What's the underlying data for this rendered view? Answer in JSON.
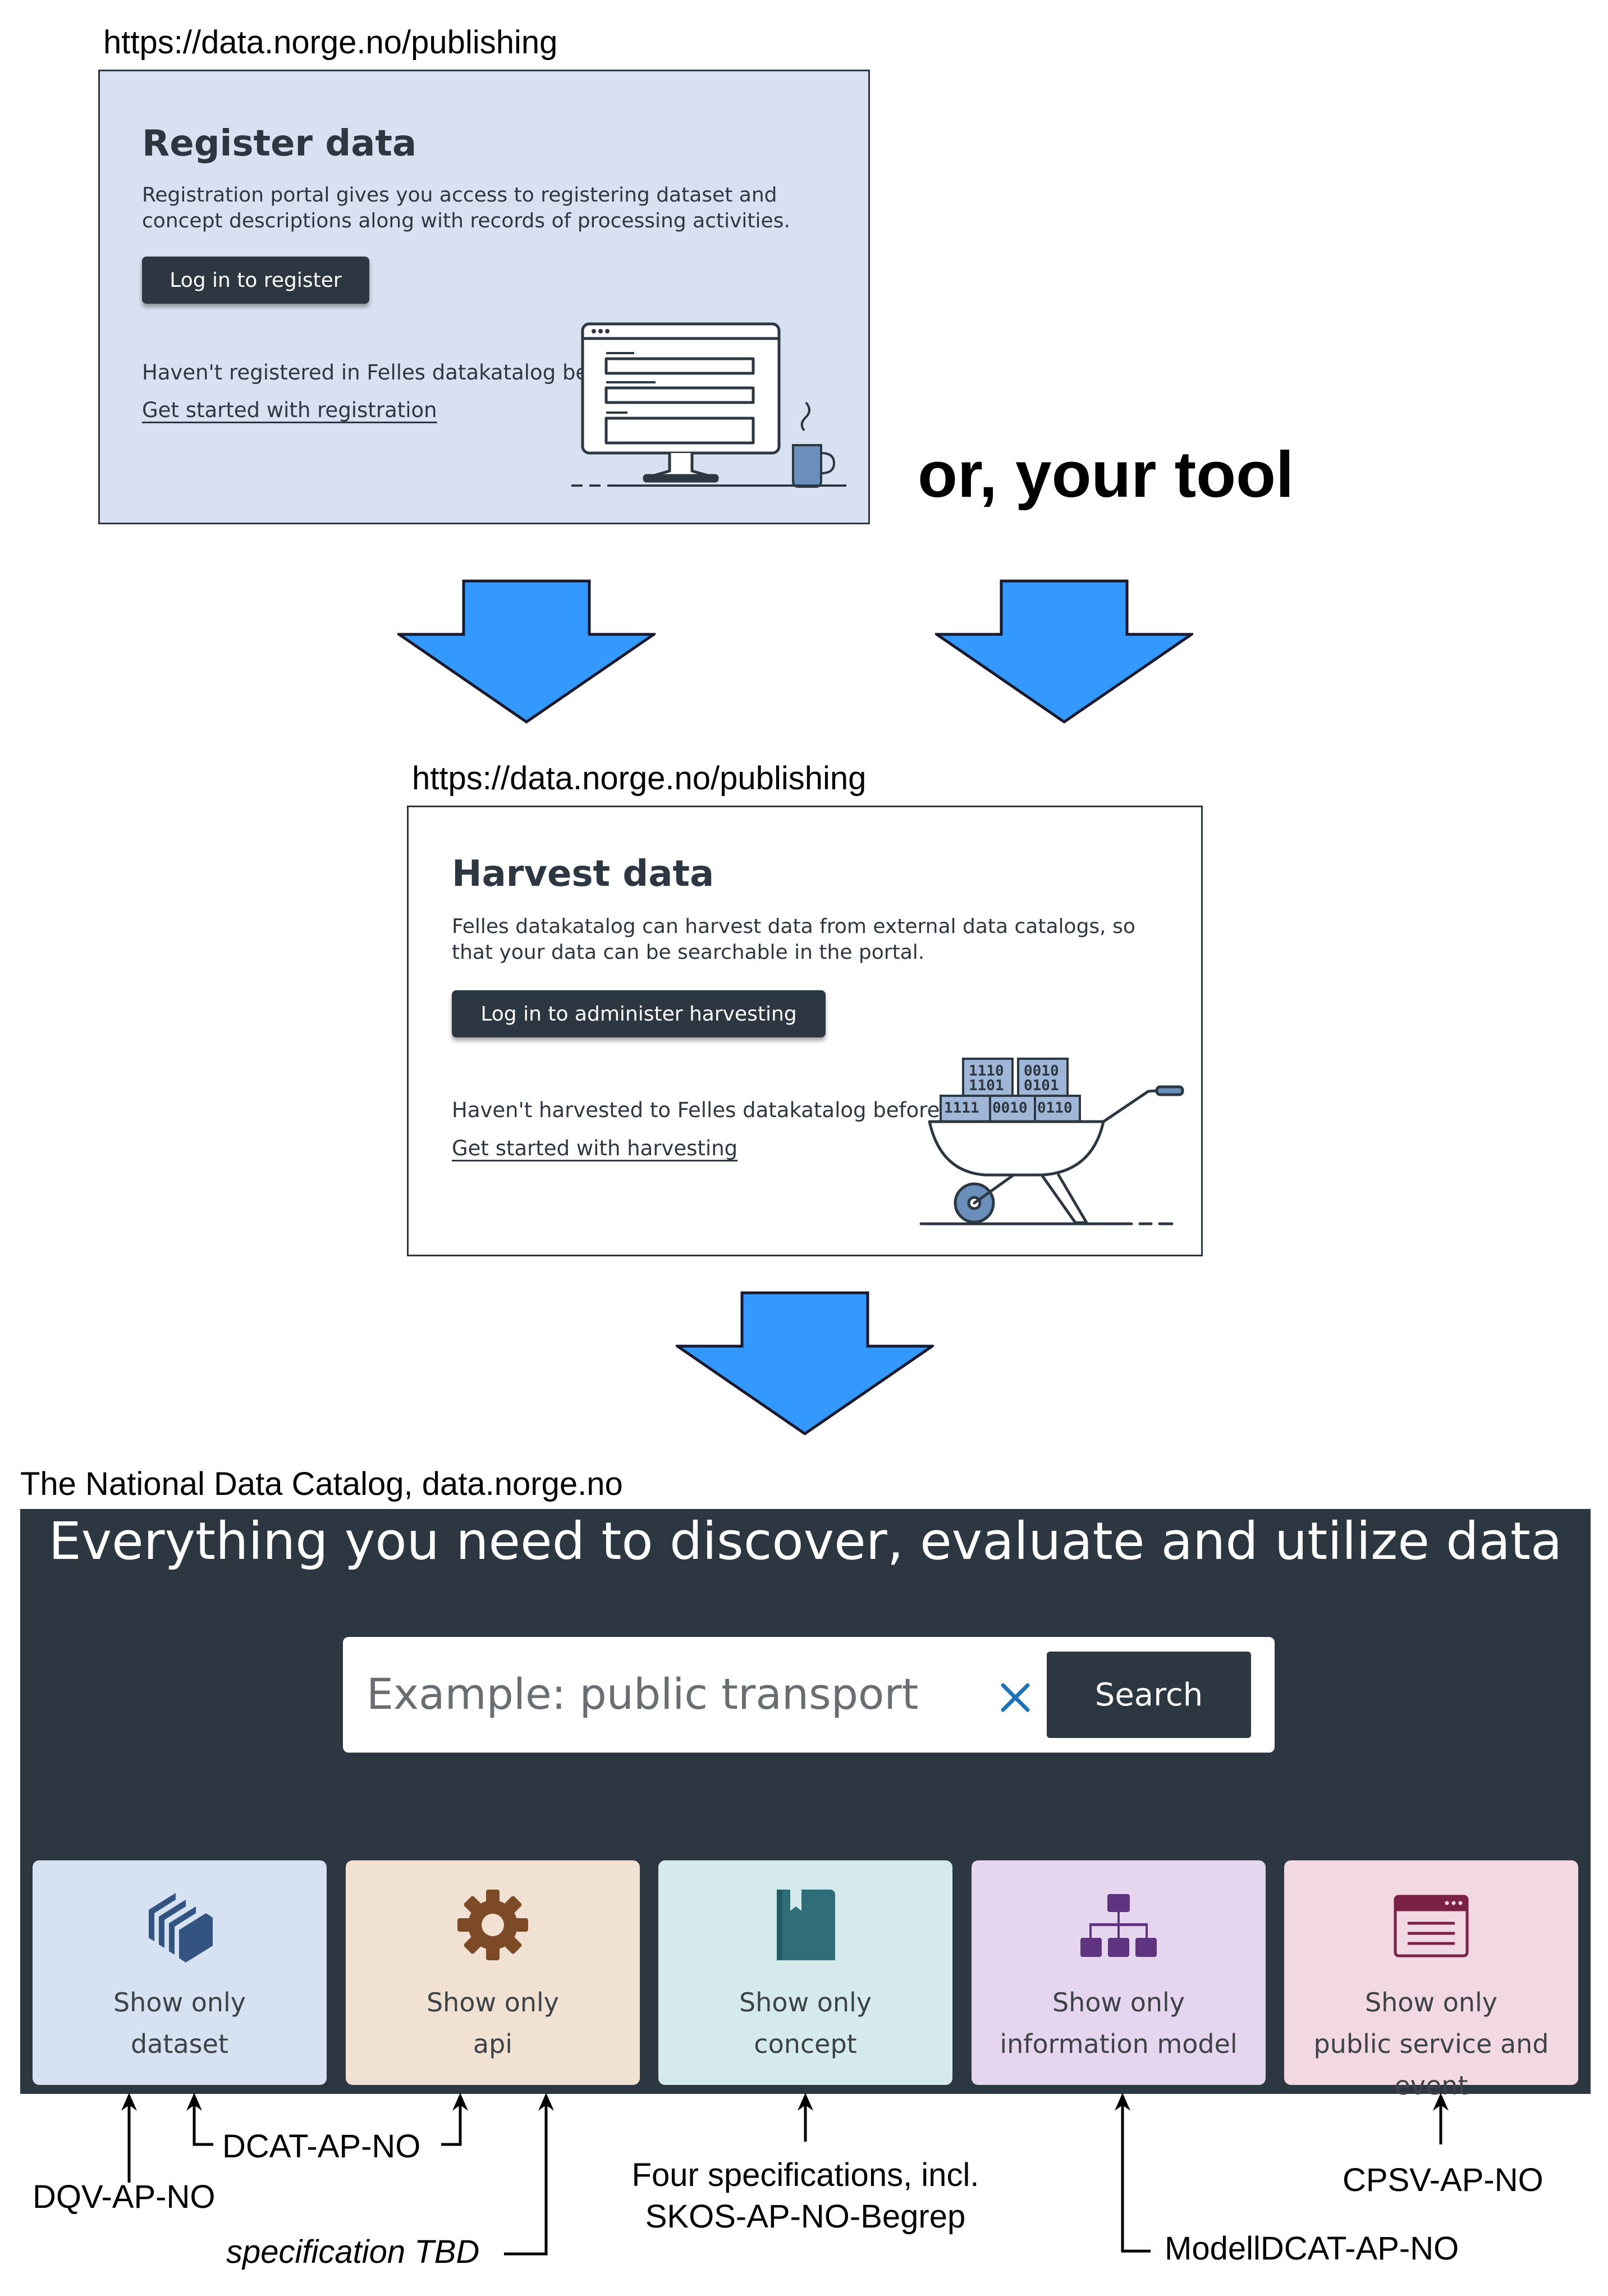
{
  "register": {
    "url": "https://data.norge.no/publishing",
    "title": "Register data",
    "description": "Registration portal gives you access to registering dataset and concept descriptions along with records of processing activities.",
    "button": "Log in to register",
    "question": "Haven't registered in Felles datakatalog before?",
    "link": "Get started with registration",
    "illustration": "computer-monitor-with-coffee-mug"
  },
  "or_tool": "or, your tool",
  "harvest": {
    "url": "https://data.norge.no/publishing",
    "title": "Harvest data",
    "description": "Felles datakatalog can harvest data from external data catalogs, so that your data can be searchable in the portal.",
    "button": "Log in to administer harvesting",
    "question": "Haven't harvested to Felles datakatalog before?",
    "link": "Get started with harvesting",
    "illustration": "wheelbarrow-with-binary-boxes",
    "box_labels": [
      [
        "1110",
        "1101"
      ],
      [
        "0010",
        "0101"
      ],
      [
        "1111"
      ],
      [
        "0010"
      ],
      [
        "0110"
      ]
    ]
  },
  "catalog": {
    "label": "The National Data Catalog, data.norge.no",
    "heading": "Everything you need to discover, evaluate and utilize data",
    "search": {
      "placeholder": "Example: public transport",
      "button": "Search",
      "clear_icon": "close-icon"
    },
    "tiles": [
      {
        "line1": "Show only",
        "line2": "dataset",
        "icon": "layers-icon",
        "color": "#d6e1f1",
        "icon_color": "#335380"
      },
      {
        "line1": "Show only",
        "line2": "api",
        "icon": "gear-icon",
        "color": "#f1e1d3",
        "icon_color": "#7c4a26"
      },
      {
        "line1": "Show only",
        "line2": "concept",
        "icon": "book-icon",
        "color": "#d5eaed",
        "icon_color": "#2f6e78"
      },
      {
        "line1": "Show only",
        "line2": "information model",
        "icon": "hierarchy-icon",
        "color": "#e6d5ee",
        "icon_color": "#5e3480"
      },
      {
        "line1": "Show only",
        "line2": "public service and event",
        "icon": "window-list-icon",
        "color": "#f2d8e3",
        "icon_color": "#7a2246"
      }
    ]
  },
  "annotations": {
    "dqv": "DQV-AP-NO",
    "dcat": "DCAT-AP-NO",
    "spec_tbd": "specification TBD",
    "skos_line1": "Four specifications, incl.",
    "skos_line2": "SKOS-AP-NO-Begrep",
    "modelldcat": "ModellDCAT-AP-NO",
    "cpsv": "CPSV-AP-NO"
  },
  "colors": {
    "arrow": "#3399ff",
    "dark": "#2d3741"
  }
}
